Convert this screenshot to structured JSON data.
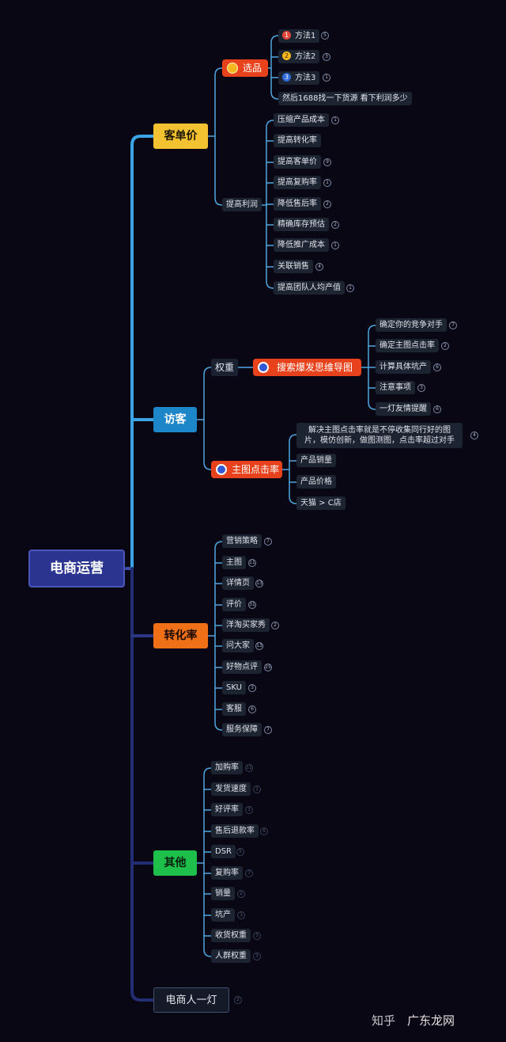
{
  "root": {
    "label": "电商运营"
  },
  "branches": {
    "kedanjia": {
      "label": "客单价",
      "xuanpin": {
        "label": "选品",
        "items": [
          {
            "badge": "1",
            "label": "方法1",
            "count": "5"
          },
          {
            "badge": "2",
            "label": "方法2",
            "count": "3"
          },
          {
            "badge": "3",
            "label": "方法3",
            "count": "1"
          },
          {
            "label": "然后1688找一下货源 看下利润多少"
          }
        ]
      },
      "tigao_lirun": {
        "label": "提高利润",
        "items": [
          {
            "label": "压缩产品成本",
            "count": "1"
          },
          {
            "label": "提高转化率"
          },
          {
            "label": "提高客单价",
            "count": "9"
          },
          {
            "label": "提高复购率",
            "count": "1"
          },
          {
            "label": "降低售后率",
            "count": "2"
          },
          {
            "label": "精确库存预估",
            "count": "2"
          },
          {
            "label": "降低推广成本",
            "count": "1"
          },
          {
            "label": "关联销售",
            "count": "4"
          },
          {
            "label": "提高团队人均产值",
            "count": "1"
          }
        ]
      }
    },
    "fangke": {
      "label": "访客",
      "quanzhong": {
        "label": "权重",
        "child": {
          "label": "搜索爆发思维导图",
          "items": [
            {
              "label": "确定你的竞争对手",
              "count": "7"
            },
            {
              "label": "确定主图点击率",
              "count": "2"
            },
            {
              "label": "计算具体坑产",
              "count": "6"
            },
            {
              "label": "注意事项",
              "count": "3"
            },
            {
              "label": "一灯友情提醒",
              "count": "6"
            }
          ]
        }
      },
      "zhutu": {
        "label": "主图点击率",
        "items": [
          {
            "label": "解决主图点击率就是不停收集同行好的图片，模仿创新，做图测图，点击率超过对手",
            "count": "4"
          },
          {
            "label": "产品销量"
          },
          {
            "label": "产品价格"
          },
          {
            "label": "天猫 > C店"
          }
        ]
      }
    },
    "zhuanhua": {
      "label": "转化率",
      "items": [
        {
          "label": "营销策略",
          "count": "7"
        },
        {
          "label": "主图",
          "count": "11"
        },
        {
          "label": "详情页",
          "count": "13"
        },
        {
          "label": "评价",
          "count": "31"
        },
        {
          "label": "洋淘买家秀",
          "count": "2"
        },
        {
          "label": "问大家",
          "count": "13"
        },
        {
          "label": "好物点评",
          "count": "25"
        },
        {
          "label": "SKU",
          "count": "3"
        },
        {
          "label": "客服",
          "count": "6"
        },
        {
          "label": "服务保障",
          "count": "7"
        }
      ]
    },
    "qita": {
      "label": "其他",
      "items": [
        {
          "label": "加购率",
          "count": "11"
        },
        {
          "label": "发货速度",
          "count": "1"
        },
        {
          "label": "好评率",
          "count": "3"
        },
        {
          "label": "售后退款率",
          "count": "6"
        },
        {
          "label": "DSR",
          "count": "5"
        },
        {
          "label": "复购率",
          "count": "7"
        },
        {
          "label": "销量",
          "count": "2"
        },
        {
          "label": "坑产",
          "count": "3"
        },
        {
          "label": "收货权重",
          "count": "3"
        },
        {
          "label": "人群权重",
          "count": "3"
        }
      ]
    },
    "yideng": {
      "label": "电商人一灯",
      "count": "2"
    }
  },
  "watermark": {
    "left": "知乎",
    "right": "广东龙网"
  },
  "colors": {
    "background": "#0a0715",
    "root": "#2b3590",
    "kedanjia": "#f2c230",
    "fangke": "#1c86c8",
    "zhuanhua": "#f07018",
    "qita": "#1fbf4b",
    "accent_red": "#e8421c",
    "badge1": "#e0463a",
    "badge2": "#f6b81e",
    "badge3": "#2f6ad8"
  }
}
